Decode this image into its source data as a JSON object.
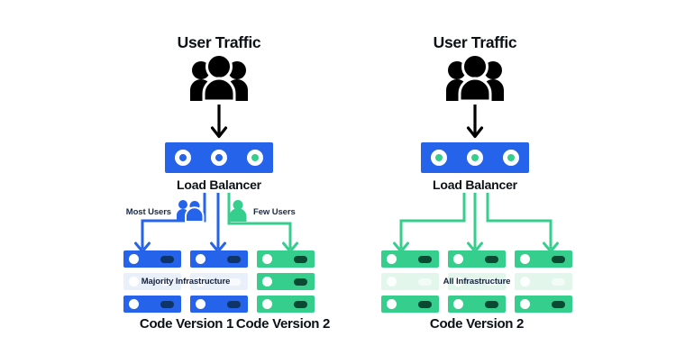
{
  "colors": {
    "blue": "#2563eb",
    "green": "#35ce8d",
    "navy_pill": "#0f3468",
    "dark_green_pill": "#0a4a33",
    "faded_blue_row": "#eaf0fa",
    "faded_green_row": "#e2f6ec",
    "people_icon": "#000000",
    "heading_text": "#0c1116"
  },
  "left_diagram": {
    "title": "User Traffic",
    "load_balancer_label": "Load Balancer",
    "lb_indicators": [
      "blue",
      "blue",
      "green"
    ],
    "branches": [
      {
        "label": "Most Users",
        "color": "blue",
        "icon": "users-pair-icon"
      },
      {
        "label": "Few Users",
        "color": "green",
        "icon": "user-icon"
      }
    ],
    "infrastructure_label": "Majority Infrastructure",
    "stacks": [
      {
        "version": "v1",
        "color": "blue",
        "servers": [
          "active",
          "faded",
          "active"
        ]
      },
      {
        "version": "v1",
        "color": "blue",
        "servers": [
          "active",
          "faded",
          "active"
        ]
      },
      {
        "version": "v2",
        "color": "green",
        "servers": [
          "active",
          "active",
          "active"
        ]
      }
    ],
    "code_version_labels": [
      "Code Version 1",
      "Code Version 2"
    ]
  },
  "right_diagram": {
    "title": "User Traffic",
    "load_balancer_label": "Load Balancer",
    "lb_indicators": [
      "green",
      "green",
      "green"
    ],
    "infrastructure_label": "All Infrastructure",
    "stacks": [
      {
        "version": "v2",
        "color": "green",
        "servers": [
          "active",
          "faded",
          "active"
        ]
      },
      {
        "version": "v2",
        "color": "green",
        "servers": [
          "active",
          "faded",
          "active"
        ]
      },
      {
        "version": "v2",
        "color": "green",
        "servers": [
          "active",
          "faded",
          "active"
        ]
      }
    ],
    "code_version_label": "Code Version 2"
  }
}
